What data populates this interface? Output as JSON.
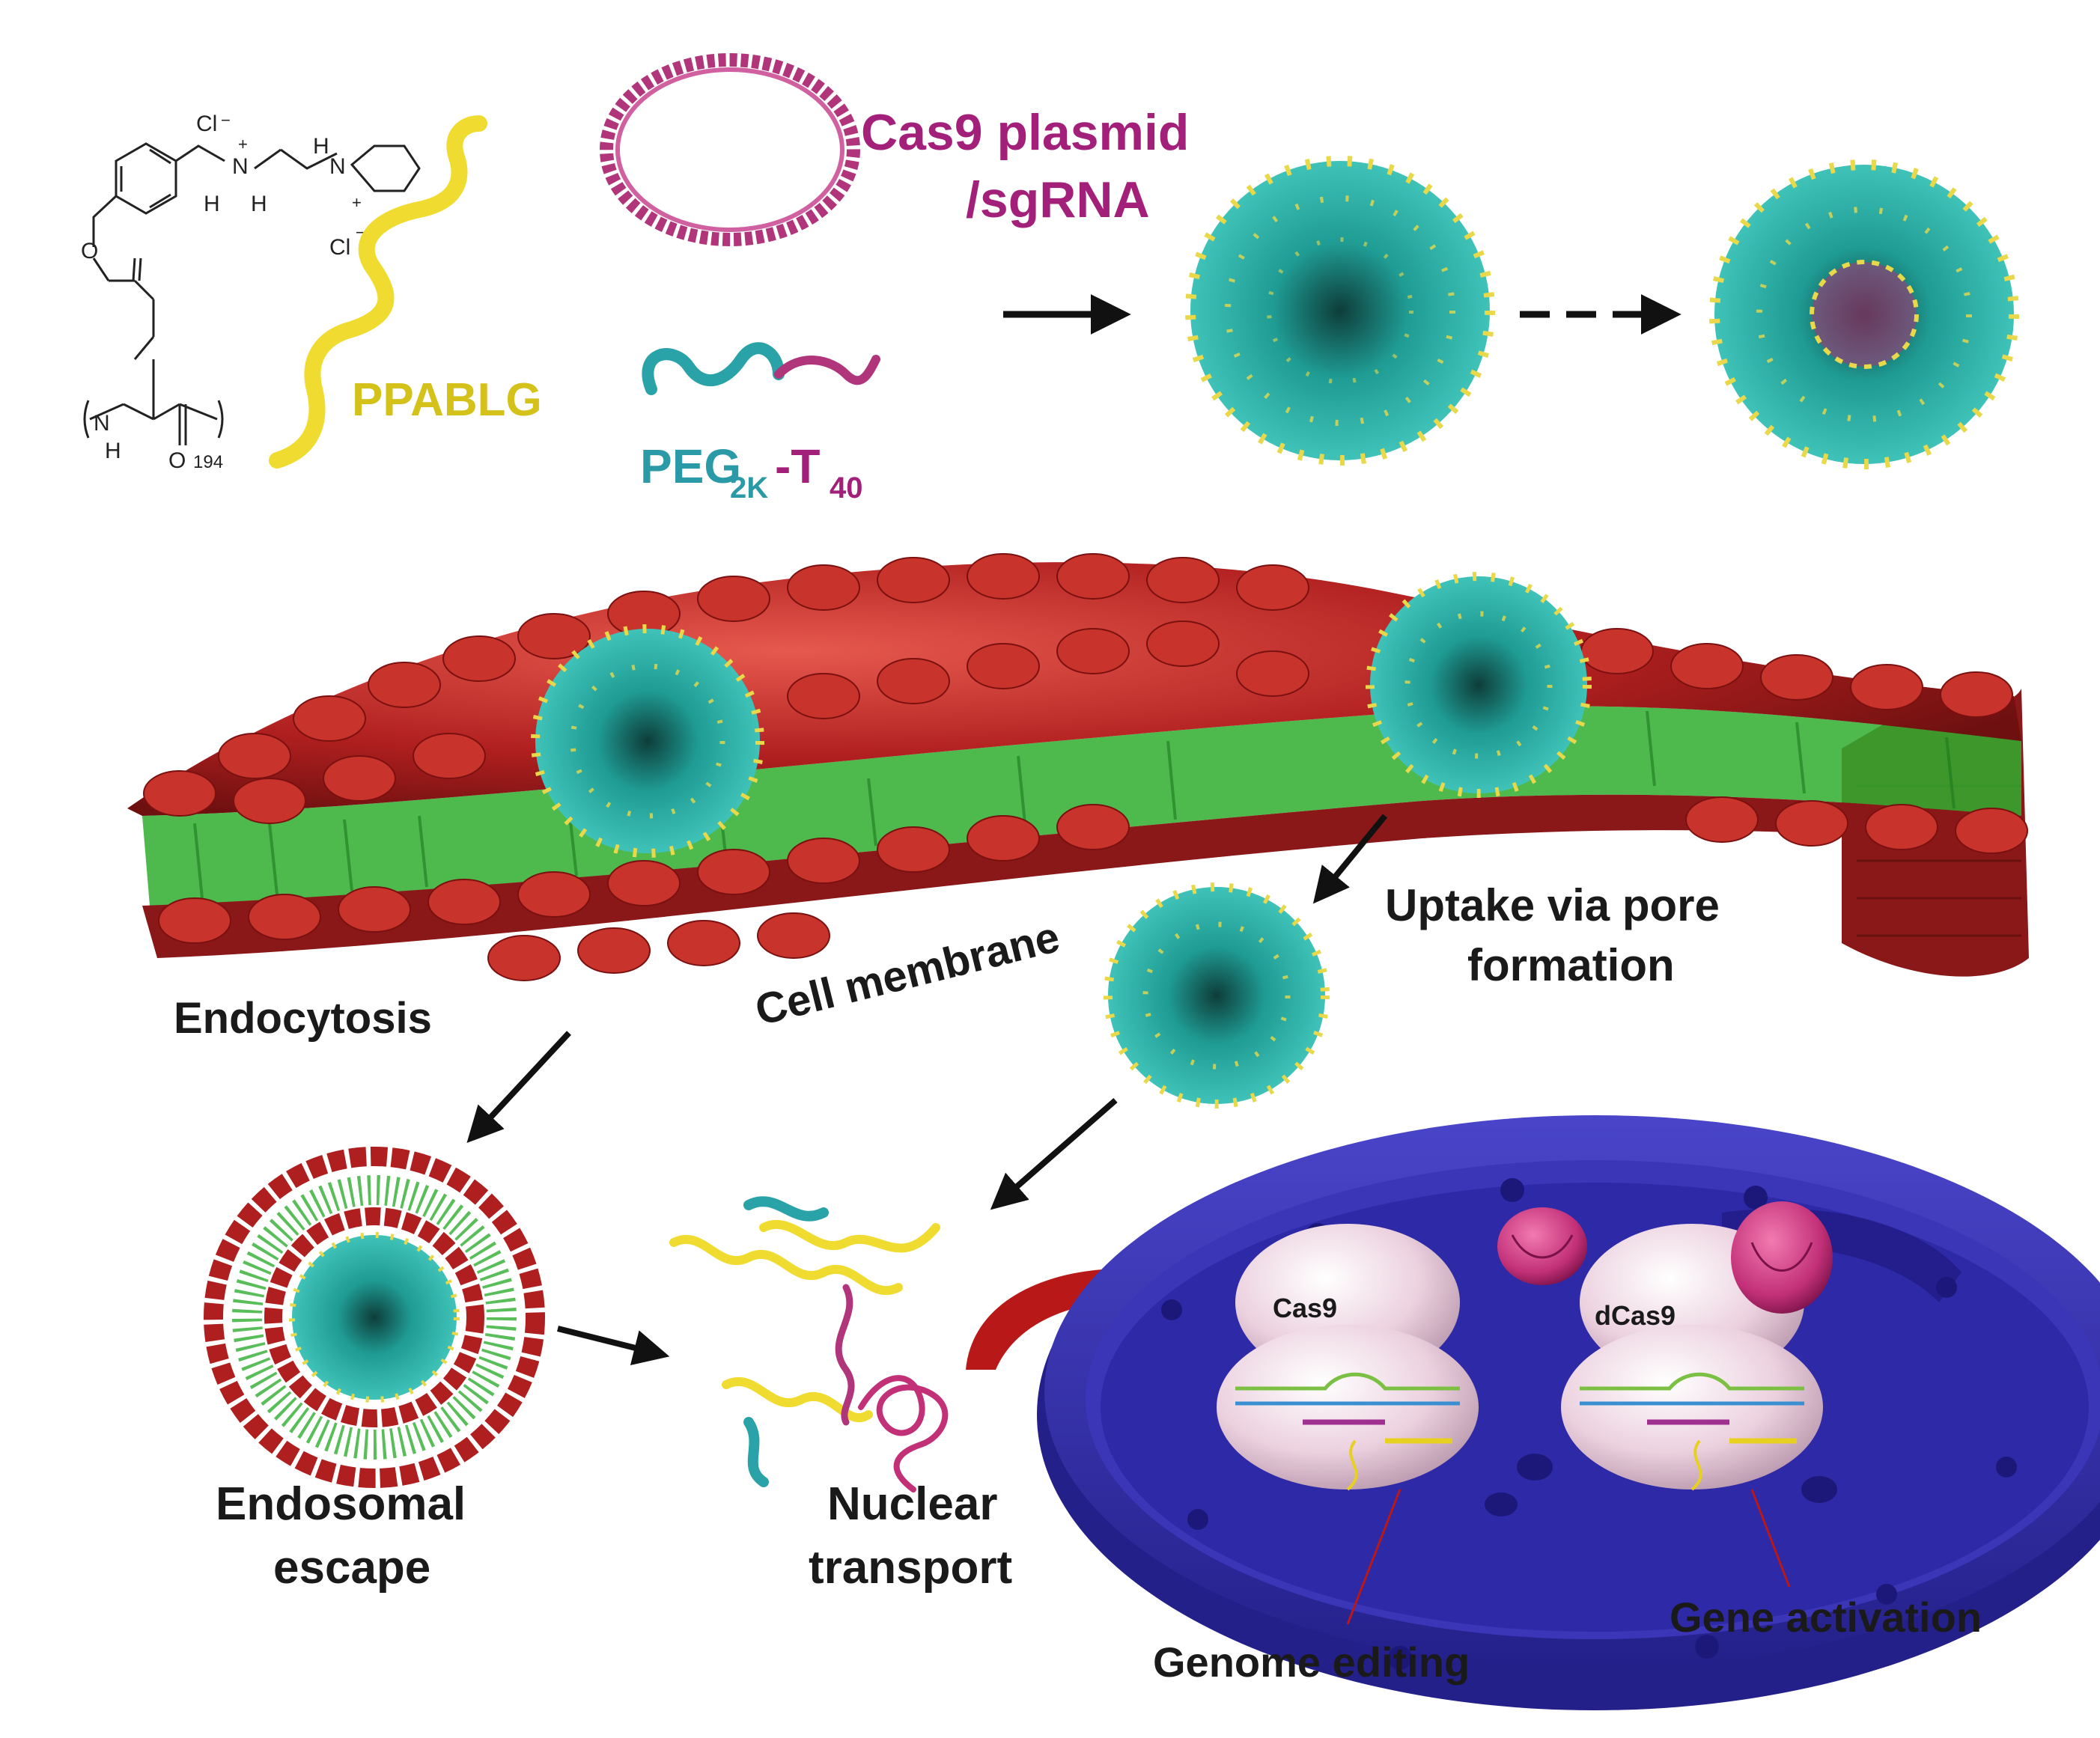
{
  "colors": {
    "membrane_head": "#b01f1f",
    "membrane_head_light": "#d8443a",
    "membrane_tail": "#2fae2f",
    "nanoparticle_core": "#1f9c94",
    "nanoparticle_shell": "#e8d84a",
    "polymer_yellow": "#f0dc30",
    "plasmid": "#b0357a",
    "peg_teal": "#2aa3a8",
    "nucleus": "#3b36b8",
    "nucleus_rim": "#5b55d8",
    "cas9": "#f2d6e4",
    "flower": "#c23078",
    "red_arrow": "#b81818",
    "label_magenta": "#a3207a",
    "label_yellow": "#d4c21a",
    "label_teal": "#2a9aa6",
    "text": "#1a1a1a"
  },
  "labels": {
    "cas9_plasmid_line1": "Cas9 plasmid",
    "cas9_plasmid_line2": "/sgRNA",
    "ppablg": "PPABLG",
    "peg_main": "PEG",
    "peg_sub": "2K",
    "peg_dash": "-T",
    "peg_sub2": "40",
    "cell_membrane": "Cell membrane",
    "endocytosis": "Endocytosis",
    "uptake_line1": "Uptake via pore",
    "uptake_line2": "formation",
    "endosomal_line1": "Endosomal",
    "endosomal_line2": "escape",
    "nuclear_line1": "Nuclear",
    "nuclear_line2": "transport",
    "cas9": "Cas9",
    "dcas9": "dCas9",
    "genome_editing": "Genome editing",
    "gene_activation": "Gene activation"
  },
  "chemistry": {
    "cl1": "Cl",
    "cl2": "Cl",
    "minus1": "−",
    "minus2": "−",
    "plus1": "+",
    "plus2": "+",
    "n1": "N",
    "n2": "N",
    "n3": "N",
    "h1": "H",
    "h2": "H",
    "h3": "H",
    "h4": "H",
    "o1": "O",
    "o2": "O",
    "subscript": "194"
  }
}
